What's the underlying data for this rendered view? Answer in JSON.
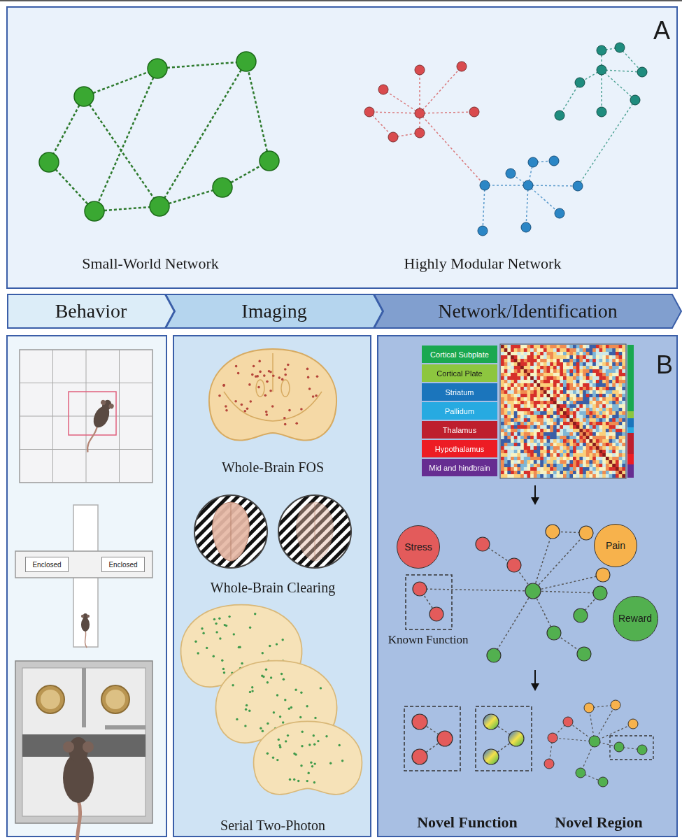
{
  "diagram": {
    "nodes": [
      {
        "text": [
          "Behavior"
        ]
      },
      {
        "text": [
          "Imaging"
        ]
      },
      {
        "text": [
          "Network/Identification"
        ]
      },
      {
        "text": [
          "Enclosed"
        ]
      },
      {
        "text": [
          "Enclosed"
        ]
      },
      {
        "text": [
          "Stress"
        ]
      },
      {
        "text": [
          "Pain"
        ]
      },
      {
        "text": [
          "Reward"
        ]
      }
    ],
    "labels": [
      "A",
      "Small-World Network",
      "Highly Modular Network",
      "B",
      "Whole-Brain FOS",
      "Whole-Brain Clearing",
      "Serial Two-Photon",
      "Known Function",
      "Novel Function",
      "Novel Region"
    ],
    "legend": [
      {
        "text": "Cortical Subplate",
        "color": "#1aa850"
      },
      {
        "text": "Cortical Plate",
        "color": "#8dc63f"
      },
      {
        "text": "Striatum",
        "color": "#1b75bc"
      },
      {
        "text": "Pallidum",
        "color": "#27aae1"
      },
      {
        "text": "Thalamus",
        "color": "#be1e2d"
      },
      {
        "text": "Hypothalamus",
        "color": "#ed1c24"
      },
      {
        "text": "Mid and hindbrain",
        "color": "#662d91"
      }
    ]
  }
}
